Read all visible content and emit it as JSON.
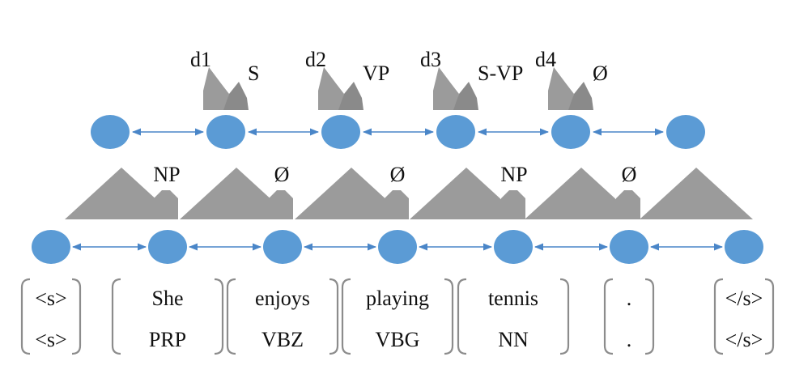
{
  "colors": {
    "node": "#5b9bd5",
    "edge": "#4a86c8",
    "shape": "#9b9b9b",
    "bracket": "#8c8c8c",
    "text": "#111111"
  },
  "decision_labels": [
    {
      "d": "d1",
      "label": "S"
    },
    {
      "d": "d2",
      "label": "VP"
    },
    {
      "d": "d3",
      "label": "S-VP"
    },
    {
      "d": "d4",
      "label": "Ø"
    }
  ],
  "span_labels": [
    "NP",
    "Ø",
    "Ø",
    "NP",
    "Ø"
  ],
  "tokens": [
    {
      "word": "<s>",
      "tag": "<s>"
    },
    {
      "word": "She",
      "tag": "PRP"
    },
    {
      "word": "enjoys",
      "tag": "VBZ"
    },
    {
      "word": "playing",
      "tag": "VBG"
    },
    {
      "word": "tennis",
      "tag": "NN"
    },
    {
      "word": ".",
      "tag": "."
    },
    {
      "word": "</s>",
      "tag": "</s>"
    }
  ]
}
